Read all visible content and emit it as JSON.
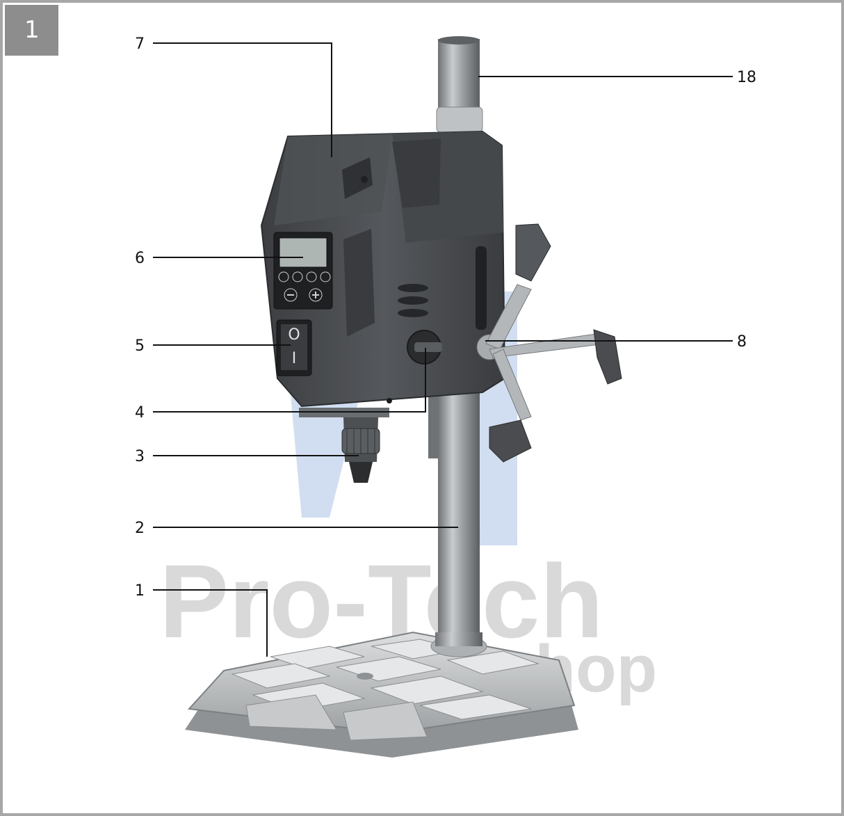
{
  "figure_number": "1",
  "watermark": {
    "brand": "Pro-Tech",
    "sub": "shop"
  },
  "callouts": [
    {
      "id": "7",
      "label": "7"
    },
    {
      "id": "18",
      "label": "18"
    },
    {
      "id": "6",
      "label": "6"
    },
    {
      "id": "5",
      "label": "5"
    },
    {
      "id": "8",
      "label": "8"
    },
    {
      "id": "4",
      "label": "4"
    },
    {
      "id": "3",
      "label": "3"
    },
    {
      "id": "2",
      "label": "2"
    },
    {
      "id": "1",
      "label": "1"
    }
  ],
  "switch_symbols": {
    "off": "O",
    "on": "I"
  },
  "colors": {
    "housing": "#4a4c4f",
    "metal": "#b9bcbf",
    "frame": "#a7a7a7",
    "watermark_blue": "#c9d8ee",
    "watermark_gray": "#d3d3d3"
  }
}
